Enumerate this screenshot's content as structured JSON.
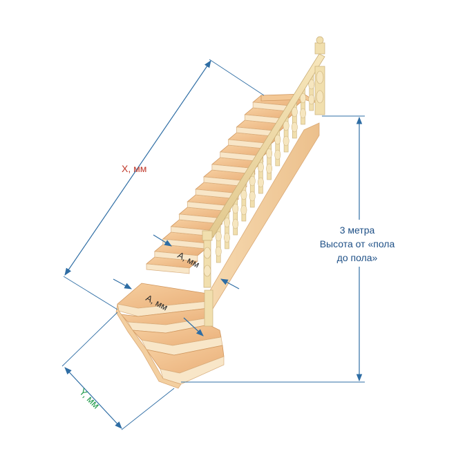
{
  "diagram": {
    "labels": {
      "x_dimension": "X, мм",
      "y_dimension": "Y, мм",
      "tread_width_upper": "А, мм",
      "tread_width_lower": "А, мм",
      "height_line1": "3 метра",
      "height_line2": "Высота от «пола",
      "height_line3": "до пола»"
    },
    "colors": {
      "dimension_line": "#2e6da4",
      "x_label": "#c0392b",
      "y_label": "#1e9a4a",
      "height_label": "#1d4f86",
      "tread_top": "#f2c38f",
      "tread_edge": "#e0a66b",
      "riser": "#f7e2c2",
      "stringer": "#f3d2a4",
      "baluster": "#f1dfae"
    },
    "icons": [
      "dimension-arrow"
    ]
  }
}
